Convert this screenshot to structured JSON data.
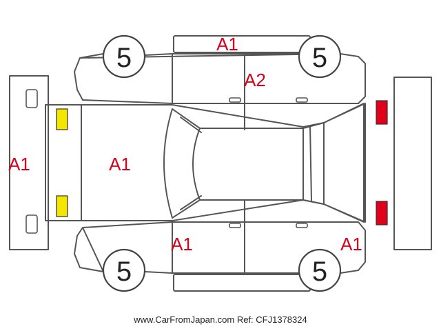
{
  "colors": {
    "outline": "#555555",
    "marking": "#d8001a",
    "front_lamp": "#f5e600",
    "rear_lamp": "#e0001b"
  },
  "wheels": [
    {
      "id": "wheel-front-left",
      "label": "5"
    },
    {
      "id": "wheel-rear-left",
      "label": "5"
    },
    {
      "id": "wheel-front-right",
      "label": "5"
    },
    {
      "id": "wheel-rear-right",
      "label": "5"
    }
  ],
  "markings": [
    {
      "id": "left-side-top",
      "label": "A1"
    },
    {
      "id": "left-side-door",
      "label": "A2"
    },
    {
      "id": "front-bumper",
      "label": "A1"
    },
    {
      "id": "hood",
      "label": "A1"
    },
    {
      "id": "right-side-front",
      "label": "A1"
    },
    {
      "id": "right-side-rear",
      "label": "A1"
    }
  ],
  "footer": {
    "text": "www.CarFromJapan.com Ref: CFJ1378324"
  }
}
